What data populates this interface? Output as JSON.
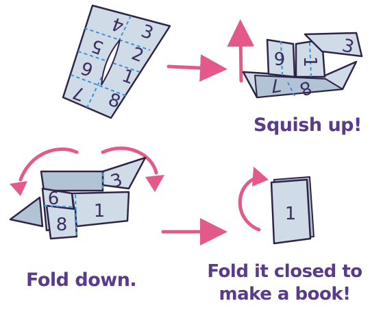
{
  "captions": {
    "squish": "Squish up!",
    "fold_down": "Fold down.",
    "close_line1": "Fold it closed to",
    "close_line2": "make a book!"
  },
  "page_numbers": {
    "flat": [
      "4",
      "5",
      "3",
      "2",
      "6",
      "1",
      "7",
      "8"
    ],
    "squished": [
      "6",
      "1",
      "3",
      "7",
      "8"
    ],
    "folded": [
      "6",
      "3",
      "8",
      "1"
    ],
    "book": [
      "1"
    ]
  },
  "colors": {
    "text": "#5a3a8a",
    "paper": "#cfdbe7",
    "paper_shade": "#b3c3d6",
    "outline": "#2e2447",
    "fold_line": "#3d90d6",
    "arrow": "#e35a8a"
  }
}
